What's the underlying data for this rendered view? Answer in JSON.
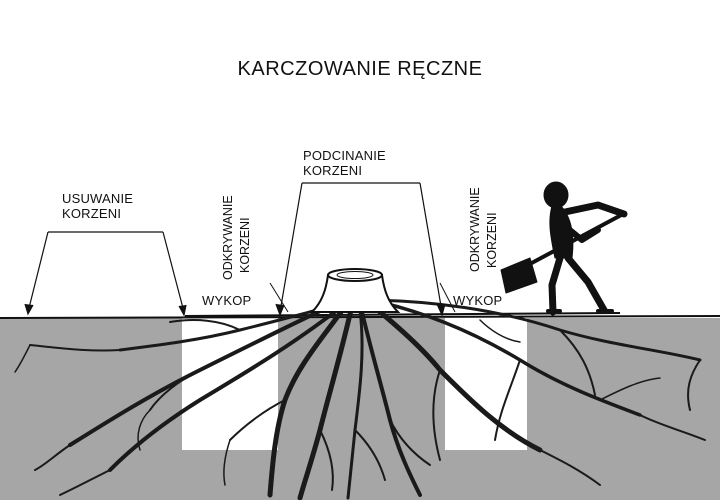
{
  "title": "KARCZOWANIE RĘCZNE",
  "labels": {
    "usuwanie": [
      "USUWANIE",
      "KORZENI"
    ],
    "podcinanie": [
      "PODCINANIE",
      "KORZENI"
    ],
    "odkrywanie_left": [
      "ODKRYWANIE",
      "KORZENI"
    ],
    "odkrywanie_right": [
      "ODKRYWANIE",
      "KORZENI"
    ],
    "wykop_left": "WYKOP",
    "wykop_right": "WYKOP"
  },
  "colors": {
    "soil": "#a6a6a6",
    "pit": "#ffffff",
    "root": "#1a1a1a",
    "background": "#ffffff"
  },
  "icons": [
    "tree-stump-icon",
    "worker-with-shovel-icon"
  ]
}
